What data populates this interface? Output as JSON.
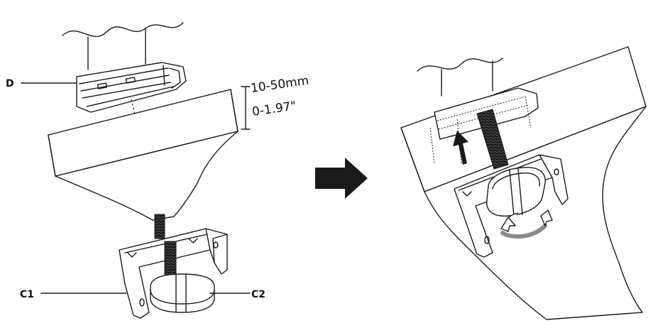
{
  "labels": {
    "d": "D",
    "c1": "C1",
    "c2": "C2",
    "dim_mm": "10-50mm",
    "dim_in": "0-1.97\""
  },
  "colors": {
    "line": "#1a1a1a",
    "arrow": "#1a1a1a",
    "rotate_arrow": "#8a8a8a",
    "thread": "#1c1c1c"
  },
  "icons": {
    "step_arrow": "right-arrow-icon",
    "push_up": "up-arrow-icon",
    "rotate": "rotate-arrow-icon"
  }
}
